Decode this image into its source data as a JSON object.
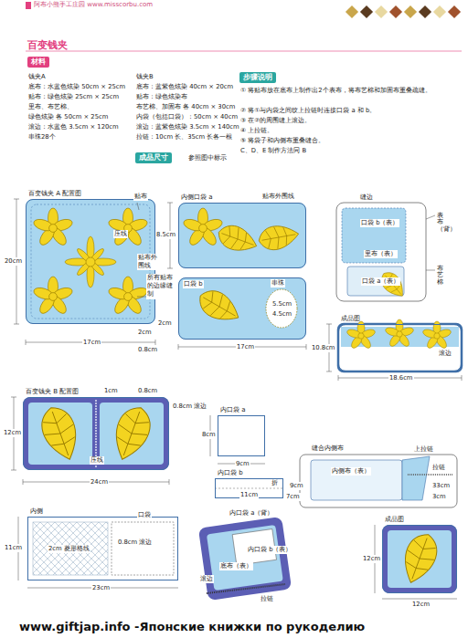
{
  "diagram": {
    "title": "百变钱夹",
    "nodes": [
      {
        "text": [
          "材料"
        ]
      },
      {
        "text": [
          "成品尺寸"
        ]
      },
      {
        "text": [
          "步骤说明"
        ]
      },
      {
        "text": [
          "百变钱夹 A 配置图"
        ]
      },
      {
        "text": [
          "内侧口袋 a"
        ]
      },
      {
        "text": [
          "口袋 b"
        ]
      },
      {
        "text": [
          "成品图"
        ]
      },
      {
        "text": [
          "百变钱夹 B 配置图"
        ]
      },
      {
        "text": [
          "内口袋 a"
        ]
      },
      {
        "text": [
          "内口袋 b"
        ]
      },
      {
        "text": [
          "内侧"
        ]
      },
      {
        "text": [
          "成品图"
        ]
      }
    ],
    "labels": [
      "阿布小熊手工庄园 www.misscorbu.com",
      "钱夹A",
      "底布：水蓝色炫染 50cm × 25cm",
      "贴布：绿色炫染 25cm × 25cm",
      "里布、布艺棉、",
      "绿色炫染 各 50cm × 25cm",
      "滚边：水蓝色 3.5cm × 120cm",
      "串珠28个",
      "钱夹B",
      "底布：蓝紫色炫染 40cm × 20cm",
      "贴布：绿色炫染布",
      "布艺棉、加固布 各 40cm × 30cm",
      "内袋（包括口袋）：50cm × 40cm",
      "滚边：蓝紫色炫染 3.5cm × 140cm",
      "拉链：10cm 长、35cm 长各一根",
      "参照图中标示",
      "① 将贴布放在底布上制作出2个表布，将布艺棉和加固布重叠疏缝。",
      "② 将①与内袋之间纹上拉链时连接口袋 a 和 b。",
      "③ 在②的周围缝上滚边。",
      "④ 上拉链。",
      "⑤ 将袋子和内侧布重叠缝合。",
      "C、D、E 制作方法同 B",
      "贴布",
      "压线",
      "贴布外围线",
      "所有贴布的边缘缝制",
      "20cm",
      "2cm",
      "17cm",
      "0.8cm",
      "2cm",
      "贴布外围线",
      "8.5cm",
      "串珠",
      "5.5cm",
      "4.5cm",
      "17cm",
      "缝边",
      "口袋 b（表）",
      "表布（背）",
      "里布（表）",
      "布艺棉",
      "口袋 a（表）",
      "10.8cm",
      "滚边",
      "18.6cm",
      "1cm",
      "0.8cm",
      "12cm",
      "0.8cm 滚边",
      "压线",
      "24cm",
      "8cm",
      "9cm",
      "11cm",
      "9cm",
      "7cm",
      "折",
      "缝合内侧布",
      "内侧布（表）",
      "上拉链",
      "拉链",
      "33cm",
      "3cm",
      "口袋",
      "0.8cm 滚边",
      "2cm 菱形格线",
      "11cm",
      "23cm",
      "内口袋 a（背）",
      "内口袋 b（表）",
      "底布（表）",
      "滚边",
      "拉链",
      "12cm",
      "12cm",
      "www.giftjap.info -Японские книжки по рукоделию"
    ]
  }
}
